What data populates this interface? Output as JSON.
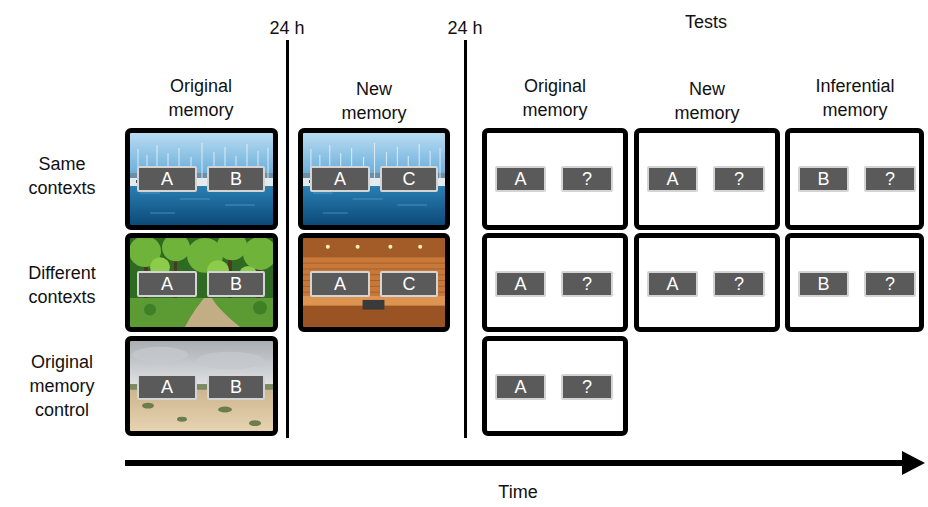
{
  "diagram": {
    "nodes": [
      {
        "text": []
      },
      {
        "text": [
          "A"
        ],
        "in": 0
      },
      {
        "text": [
          "B"
        ],
        "in": 0
      },
      {
        "text": []
      },
      {
        "text": [
          "A"
        ],
        "in": 3
      },
      {
        "text": [
          "C"
        ],
        "in": 3
      },
      {
        "text": []
      },
      {
        "text": [
          "A"
        ],
        "in": 6
      },
      {
        "text": [
          "?"
        ],
        "in": 6
      },
      {
        "text": []
      },
      {
        "text": [
          "A"
        ],
        "in": 9
      },
      {
        "text": [
          "?"
        ],
        "in": 9
      },
      {
        "text": []
      },
      {
        "text": [
          "B"
        ],
        "in": 12
      },
      {
        "text": [
          "?"
        ],
        "in": 12
      },
      {
        "text": []
      },
      {
        "text": [
          "A"
        ],
        "in": 15
      },
      {
        "text": [
          "B"
        ],
        "in": 15
      },
      {
        "text": []
      },
      {
        "text": [
          "A"
        ],
        "in": 18
      },
      {
        "text": [
          "C"
        ],
        "in": 18
      },
      {
        "text": []
      },
      {
        "text": [
          "A"
        ],
        "in": 21
      },
      {
        "text": [
          "?"
        ],
        "in": 21
      },
      {
        "text": []
      },
      {
        "text": [
          "A"
        ],
        "in": 24
      },
      {
        "text": [
          "?"
        ],
        "in": 24
      },
      {
        "text": []
      },
      {
        "text": [
          "B"
        ],
        "in": 27
      },
      {
        "text": [
          "?"
        ],
        "in": 27
      },
      {
        "text": []
      },
      {
        "text": [
          "A"
        ],
        "in": 30
      },
      {
        "text": [
          "B"
        ],
        "in": 30
      },
      {
        "text": []
      },
      {
        "text": [
          "A"
        ],
        "in": 33
      },
      {
        "text": [
          "?"
        ],
        "in": 33
      }
    ],
    "labels": [
      "Tests",
      "24 h",
      "24 h",
      "Original memory",
      "New memory",
      "Original memory",
      "New memory",
      "Inferential memory",
      "Same contexts",
      "Different contexts",
      "Original memory control",
      "Time"
    ]
  }
}
